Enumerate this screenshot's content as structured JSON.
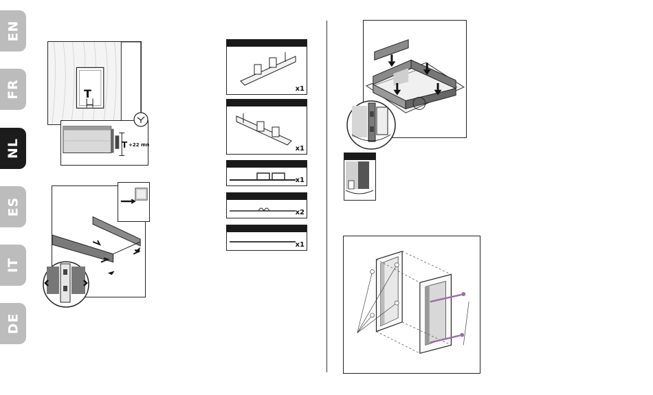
{
  "language_tabs": [
    {
      "label": "EN",
      "active": false
    },
    {
      "label": "FR",
      "active": false
    },
    {
      "label": "NL",
      "active": true
    },
    {
      "label": "ES",
      "active": false
    },
    {
      "label": "IT",
      "active": false
    },
    {
      "label": "DE",
      "active": false
    }
  ],
  "figure1": {
    "t_label": "T",
    "dim_label": "T + 22 mm"
  },
  "parts": [
    {
      "quantity": "x1"
    },
    {
      "quantity": "x1"
    },
    {
      "quantity": "x1"
    },
    {
      "quantity": "x2"
    },
    {
      "quantity": "x1"
    }
  ],
  "colors": {
    "tab_inactive": "#bcbcbc",
    "tab_active": "#1c1c1c",
    "line": "#222222",
    "screw": "#9a6fa8"
  }
}
